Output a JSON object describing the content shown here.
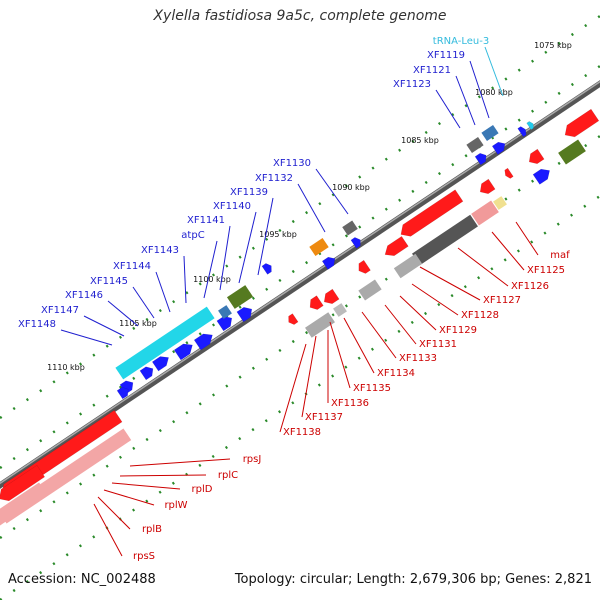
{
  "title": "Xylella fastidiosa 9a5c, complete genome",
  "footer": {
    "accession_label": "Accession:",
    "accession": "NC_002488",
    "topology_label": "Topology:",
    "topology": "circular;",
    "length_label": "Length:",
    "length": "2,679,306 bp;",
    "genes_label": "Genes:",
    "genes": "2,821"
  },
  "colors": {
    "forward_gene": "#1a1aff",
    "reverse_gene": "#ff1a1a",
    "trna": "#22ccee",
    "label_forward": "#1f1fcf",
    "label_reverse": "#cc0000",
    "label_trna": "#33bbdd",
    "backbone": "#7a7a7a"
  },
  "ticks": [
    "1075 kbp",
    "1080 kbp",
    "1085 kbp",
    "1090 kbp",
    "1095 kbp",
    "1100 kbp",
    "1105 kbp",
    "1110 kbp"
  ],
  "forward_labels": [
    "tRNA-Leu-3",
    "XF1119",
    "XF1121",
    "XF1123",
    "XF1130",
    "XF1132",
    "XF1139",
    "XF1140",
    "XF1141",
    "atpC",
    "XF1143",
    "XF1144",
    "XF1145",
    "XF1146",
    "XF1147",
    "XF1148"
  ],
  "reverse_labels": [
    "maf",
    "XF1125",
    "XF1126",
    "XF1127",
    "XF1128",
    "XF1129",
    "XF1131",
    "XF1133",
    "XF1134",
    "XF1135",
    "XF1136",
    "XF1137",
    "XF1138",
    "rpsJ",
    "rplC",
    "rplD",
    "rplW",
    "rplB",
    "rpsS"
  ]
}
